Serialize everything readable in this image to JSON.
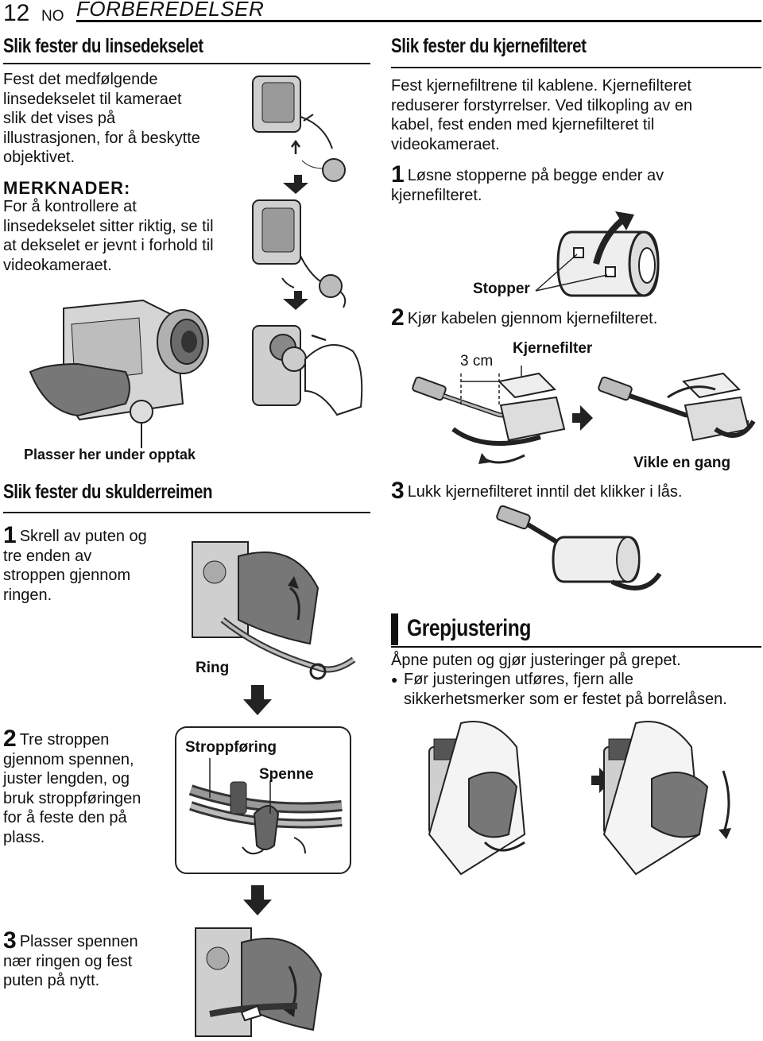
{
  "header": {
    "page_number": "12",
    "language": "NO",
    "chapter": "FORBEREDELSER"
  },
  "lens_cap": {
    "heading": "Slik fester du linsedekselet",
    "body": [
      "Fest det medfølgende",
      "linsedekselet til kameraet",
      "slik det vises på",
      "illustrasjonen, for å beskytte",
      "objektivet."
    ],
    "note_heading": "MERKNADER:",
    "note_body": [
      "For å kontrollere at",
      "linsedekselet sitter riktig, se til",
      "at dekselet er jevnt i forhold til",
      "videokameraet."
    ],
    "label_place": "Plasser her under opptak"
  },
  "core_filter": {
    "heading": "Slik fester du kjernefilteret",
    "intro": [
      "Fest kjernefiltrene til kablene. Kjernefilteret",
      "reduserer forstyrrelser. Ved tilkopling av en",
      "kabel, fest enden med kjernefilteret til",
      "videokameraet."
    ],
    "step1_num": "1",
    "step1": [
      "Løsne stopperne på begge ender av",
      "kjernefilteret."
    ],
    "label_stopper": "Stopper",
    "step2_num": "2",
    "step2": "Kjør kabelen gjennom kjernefilteret.",
    "label_3cm": "3 cm",
    "label_kjernefilter": "Kjernefilter",
    "label_vikle": "Vikle en gang",
    "step3_num": "3",
    "step3": "Lukk kjernefilteret inntil det klikker i lås."
  },
  "shoulder_strap": {
    "heading": "Slik fester du skulderreimen",
    "step1_num": "1",
    "step1": [
      "Skrell av puten og",
      "tre enden av",
      "stroppen gjennom",
      "ringen."
    ],
    "label_ring": "Ring",
    "step2_num": "2",
    "step2": [
      "Tre stroppen",
      "gjennom spennen,",
      "juster lengden, og",
      "bruk stroppføringen",
      "for å feste den på",
      "plass."
    ],
    "label_stroppforing": "Stroppføring",
    "label_spenne": "Spenne",
    "step3_num": "3",
    "step3": [
      "Plasser spennen",
      "nær ringen og fest",
      "puten på nytt."
    ]
  },
  "grip": {
    "heading": "Grepjustering",
    "line1": "Åpne puten og gjør justeringer på grepet.",
    "bullet": "●",
    "bullet_text": [
      "Før justeringen utføres, fjern alle",
      "sikkerhetsmerker som er festet på borrelåsen."
    ]
  }
}
